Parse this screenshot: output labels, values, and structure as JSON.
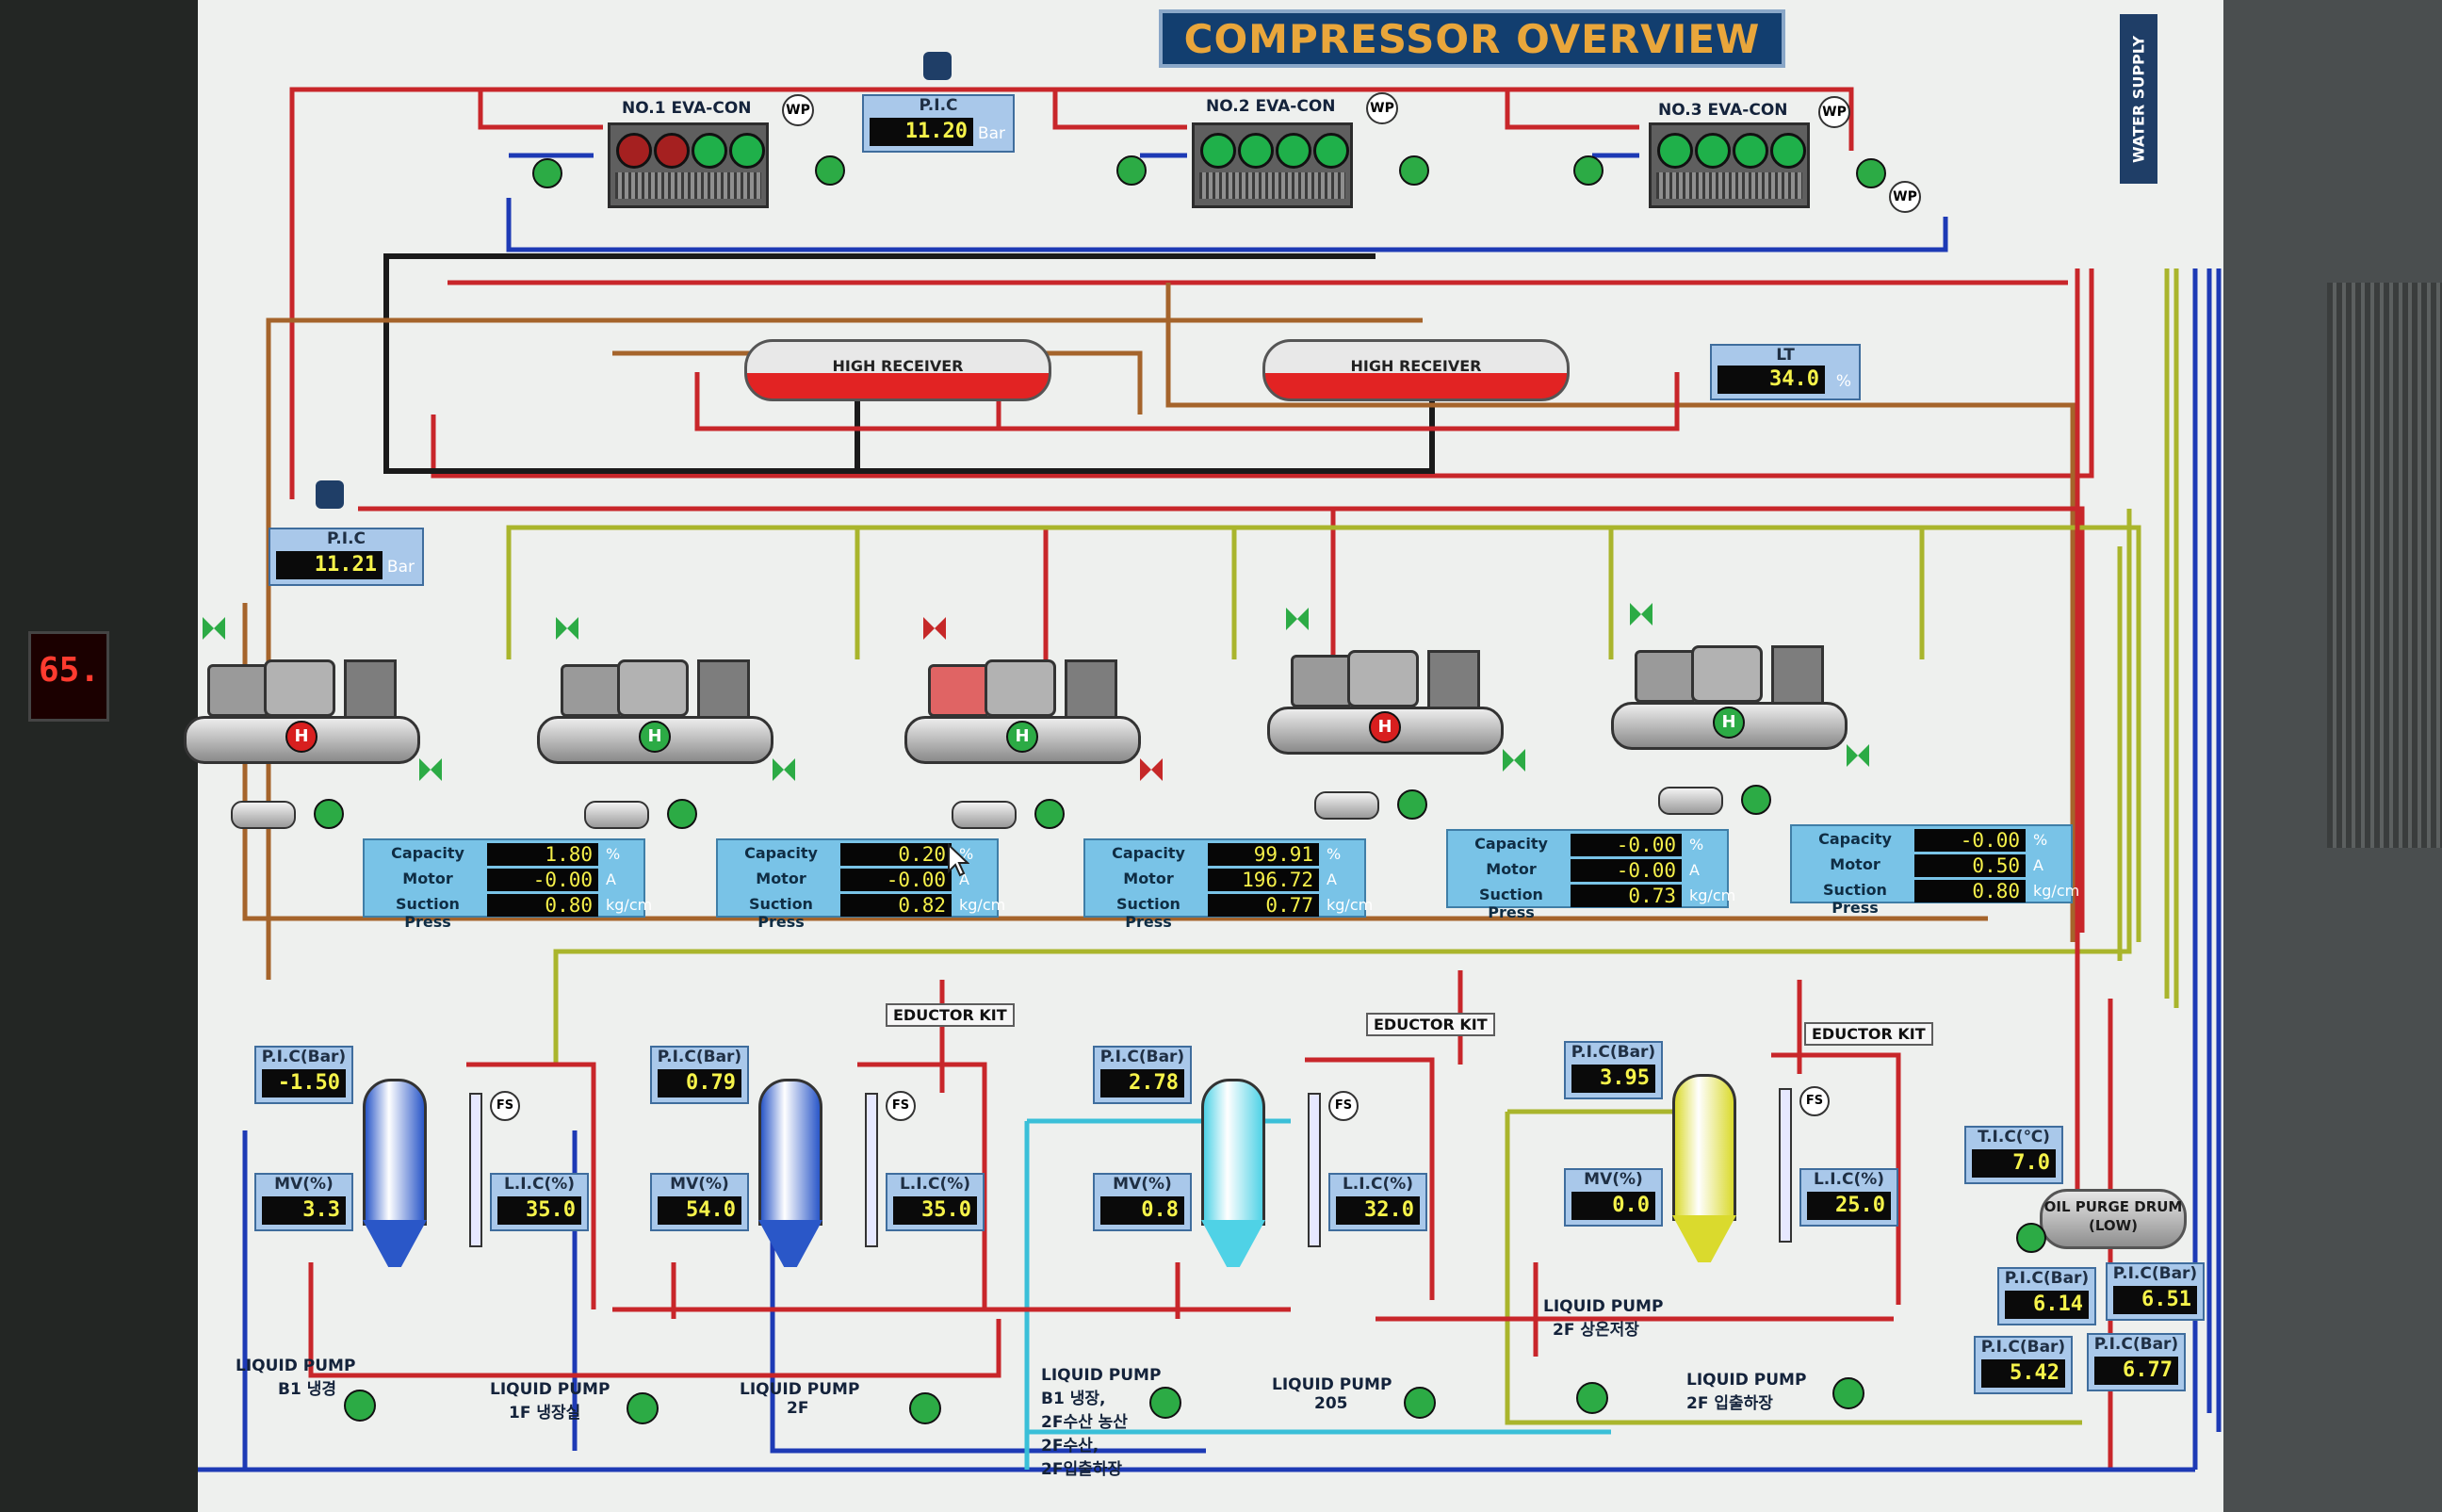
{
  "title": "COMPRESSOR OVERVIEW",
  "water_supply": "WATER SUPPLY",
  "condensers": [
    {
      "label": "NO.1 EVA-CON",
      "wp": "WP"
    },
    {
      "label": "NO.2 EVA-CON",
      "wp": "WP"
    },
    {
      "label": "NO.3 EVA-CON",
      "wp": "WP"
    }
  ],
  "wp_extra": "WP",
  "pic_top": {
    "label": "P.I.C",
    "value": "11.20",
    "unit": "Bar"
  },
  "pic_left": {
    "label": "P.I.C",
    "value": "11.21",
    "unit": "Bar"
  },
  "receivers": [
    "HIGH RECEIVER",
    "HIGH RECEIVER"
  ],
  "lt": {
    "label": "LT",
    "value": "34.0",
    "unit": "%"
  },
  "compressors": [
    {
      "status": "H",
      "status_color": "#d81f1f",
      "capacity": "1.80",
      "motor": "-0.00",
      "suction": "0.80"
    },
    {
      "status": "H",
      "status_color": "#2cab45",
      "capacity": "0.20",
      "motor": "-0.00",
      "suction": "0.82"
    },
    {
      "status": "H",
      "status_color": "#2cab45",
      "capacity": "99.91",
      "motor": "196.72",
      "suction": "0.77"
    },
    {
      "status": "H",
      "status_color": "#d81f1f",
      "capacity": "-0.00",
      "motor": "-0.00",
      "suction": "0.73"
    },
    {
      "status": "H",
      "status_color": "#2cab45",
      "capacity": "-0.00",
      "motor": "0.50",
      "suction": "0.80"
    }
  ],
  "stat_labels": {
    "capacity": "Capacity",
    "motor": "Motor",
    "suction": "Suction Press",
    "u_capacity": "%",
    "u_motor": "A",
    "u_suction": "kg/cm"
  },
  "eductor": "EDUCTOR KIT",
  "fs": "FS",
  "vessels": [
    {
      "pic": "-1.50",
      "mv": "3.3",
      "lic": "35.0",
      "color": "#2a57c8"
    },
    {
      "pic": "0.79",
      "mv": "54.0",
      "lic": "35.0",
      "color": "#2a57c8"
    },
    {
      "pic": "2.78",
      "mv": "0.8",
      "lic": "32.0",
      "color": "#4fd2e6"
    },
    {
      "pic": "3.95",
      "mv": "0.0",
      "lic": "25.0",
      "color": "#dada2d"
    }
  ],
  "vessel_labels": {
    "pic": "P.I.C(Bar)",
    "mv": "MV(%)",
    "lic": "L.I.C(%)"
  },
  "pumps": [
    {
      "line1": "LIQUID PUMP",
      "line2": "B1 냉경"
    },
    {
      "line1": "LIQUID PUMP",
      "line2": "1F 냉장실"
    },
    {
      "line1": "LIQUID PUMP",
      "line2": "2F"
    },
    {
      "line1": "LIQUID PUMP",
      "line2": "B1 냉장,",
      "line3": "2F수산 농산",
      "line4": "2F수산,",
      "line5": "2F입출하장"
    },
    {
      "line1": "LIQUID PUMP",
      "line2": "205"
    },
    {
      "line1": "LIQUID PUMP",
      "line2": "2F 상온저장"
    },
    {
      "line1": "LIQUID PUMP",
      "line2": "2F 입출하장"
    }
  ],
  "tic": {
    "label": "T.I.C(℃)",
    "value": "7.0"
  },
  "oil_purge": {
    "line1": "OIL PURGE DRUM",
    "line2": "(LOW)"
  },
  "pic_right": [
    {
      "label": "P.I.C(Bar)",
      "value": "6.14"
    },
    {
      "label": "P.I.C(Bar)",
      "value": "6.51"
    },
    {
      "label": "P.I.C(Bar)",
      "value": "5.42"
    },
    {
      "label": "P.I.C(Bar)",
      "value": "6.77"
    }
  ],
  "panel_left_readout": "65."
}
